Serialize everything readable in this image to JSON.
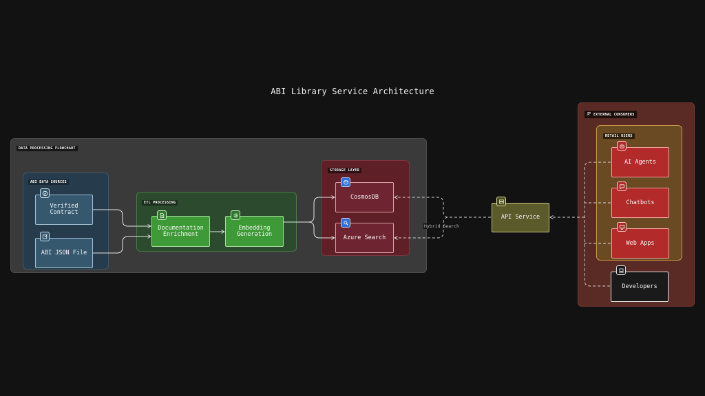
{
  "title": "ABI Library Service Architecture",
  "groups": {
    "data_processing": "DATA PROCESSING FLOWCHART",
    "abi_sources": "ABI DATA SOURCES",
    "etl": "ETL PROCESSING",
    "storage": "STORAGE LAYER",
    "consumers": "EXTERNAL CONSUMERS",
    "retail": "RETAIL USERS"
  },
  "nodes": {
    "verified_contract": "Verified\nContract",
    "abi_json": "ABI JSON File",
    "doc_enrichment": "Documentation\nEnrichment",
    "embedding": "Embedding\nGeneration",
    "cosmosdb": "CosmosDB",
    "azure_search": "Azure Search",
    "api_service": "API Service",
    "ai_agents": "AI Agents",
    "chatbots": "Chatbots",
    "web_apps": "Web Apps",
    "developers": "Developers"
  },
  "edges": {
    "hybrid_search": "Hybrid Search"
  },
  "icons": {
    "verified_contract": "check-circle-icon",
    "abi_json": "edit-icon",
    "doc_enrichment": "document-icon",
    "embedding": "gear-icon",
    "cosmosdb": "database-icon",
    "azure_search": "search-icon",
    "api_service": "server-icon",
    "consumers": "users-icon",
    "ai_agents": "robot-icon",
    "chatbots": "chat-icon",
    "web_apps": "monitor-icon",
    "developers": "laptop-icon"
  },
  "colors": {
    "background": "#121212",
    "data_processing_fill": "#3a3a3a",
    "abi_sources_fill": "#263b4b",
    "source_node": "#35586e",
    "etl_fill": "#2b4a2e",
    "etl_node": "#3e9a36",
    "storage_fill": "#5e1f27",
    "storage_node": "#6e2431",
    "api_node": "#5b5a2b",
    "consumers_fill": "#5a2a25",
    "retail_fill": "#6a4a22",
    "retail_node": "#b22a2a",
    "developers_node": "#1a1a1a"
  }
}
